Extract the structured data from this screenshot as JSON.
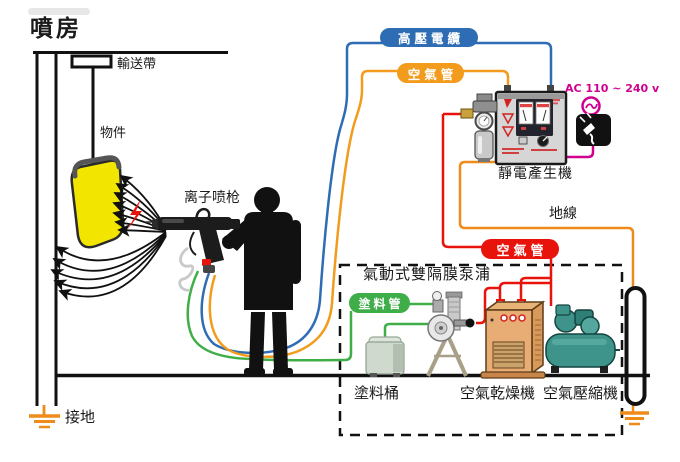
{
  "title": "噴房",
  "booth": {
    "conveyor_label": "輸送帶",
    "object_label": "物件",
    "grounding_label": "接地"
  },
  "gun_label": "离子喷枪",
  "cables": {
    "hv_cable": {
      "label": "高壓電纜",
      "color": "#2e6db4"
    },
    "air_pipe_top": {
      "label": "空氣管",
      "color": "#f29b1d"
    },
    "air_pipe_mid": {
      "label": "空氣管",
      "color": "#e8140c"
    },
    "paint_pipe": {
      "label": "塗料管",
      "color": "#3fae49"
    },
    "ground_wire_label": "地線",
    "ground_wire_color": "#ef8b1a"
  },
  "generator": {
    "label": "靜電產生機",
    "power": "AC 110 ~ 240 v",
    "power_color": "#cf0090"
  },
  "pump_unit": {
    "box_title": "氣動式雙隔膜泵浦",
    "bucket_label": "塗料桶",
    "dryer_label": "空氣乾燥機",
    "compressor_label": "空氣壓縮機"
  }
}
